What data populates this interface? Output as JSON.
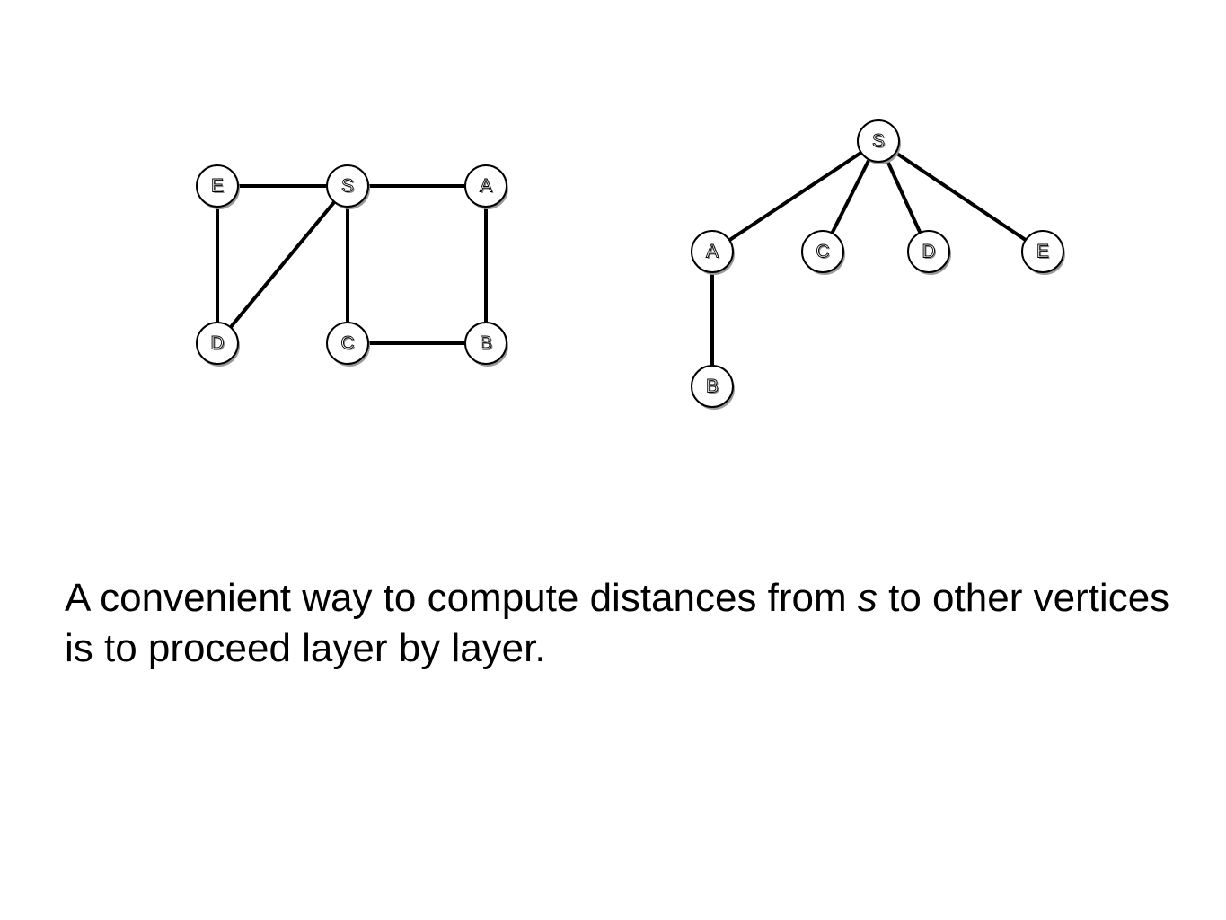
{
  "graph": {
    "nodes": [
      {
        "id": "E",
        "label": "E"
      },
      {
        "id": "S",
        "label": "S"
      },
      {
        "id": "A",
        "label": "A"
      },
      {
        "id": "D",
        "label": "D"
      },
      {
        "id": "C",
        "label": "C"
      },
      {
        "id": "B",
        "label": "B"
      }
    ],
    "edges": [
      [
        "E",
        "S"
      ],
      [
        "S",
        "A"
      ],
      [
        "E",
        "D"
      ],
      [
        "S",
        "D"
      ],
      [
        "S",
        "C"
      ],
      [
        "A",
        "B"
      ],
      [
        "C",
        "B"
      ]
    ]
  },
  "tree": {
    "nodes": [
      {
        "id": "S",
        "label": "S"
      },
      {
        "id": "A",
        "label": "A"
      },
      {
        "id": "C",
        "label": "C"
      },
      {
        "id": "D",
        "label": "D"
      },
      {
        "id": "E",
        "label": "E"
      },
      {
        "id": "B",
        "label": "B"
      }
    ],
    "edges": [
      [
        "S",
        "A"
      ],
      [
        "S",
        "C"
      ],
      [
        "S",
        "D"
      ],
      [
        "S",
        "E"
      ],
      [
        "A",
        "B"
      ]
    ]
  },
  "caption": {
    "before": "A convenient way to compute distances from ",
    "var": "s",
    "after": " to other vertices is to proceed layer by layer."
  }
}
